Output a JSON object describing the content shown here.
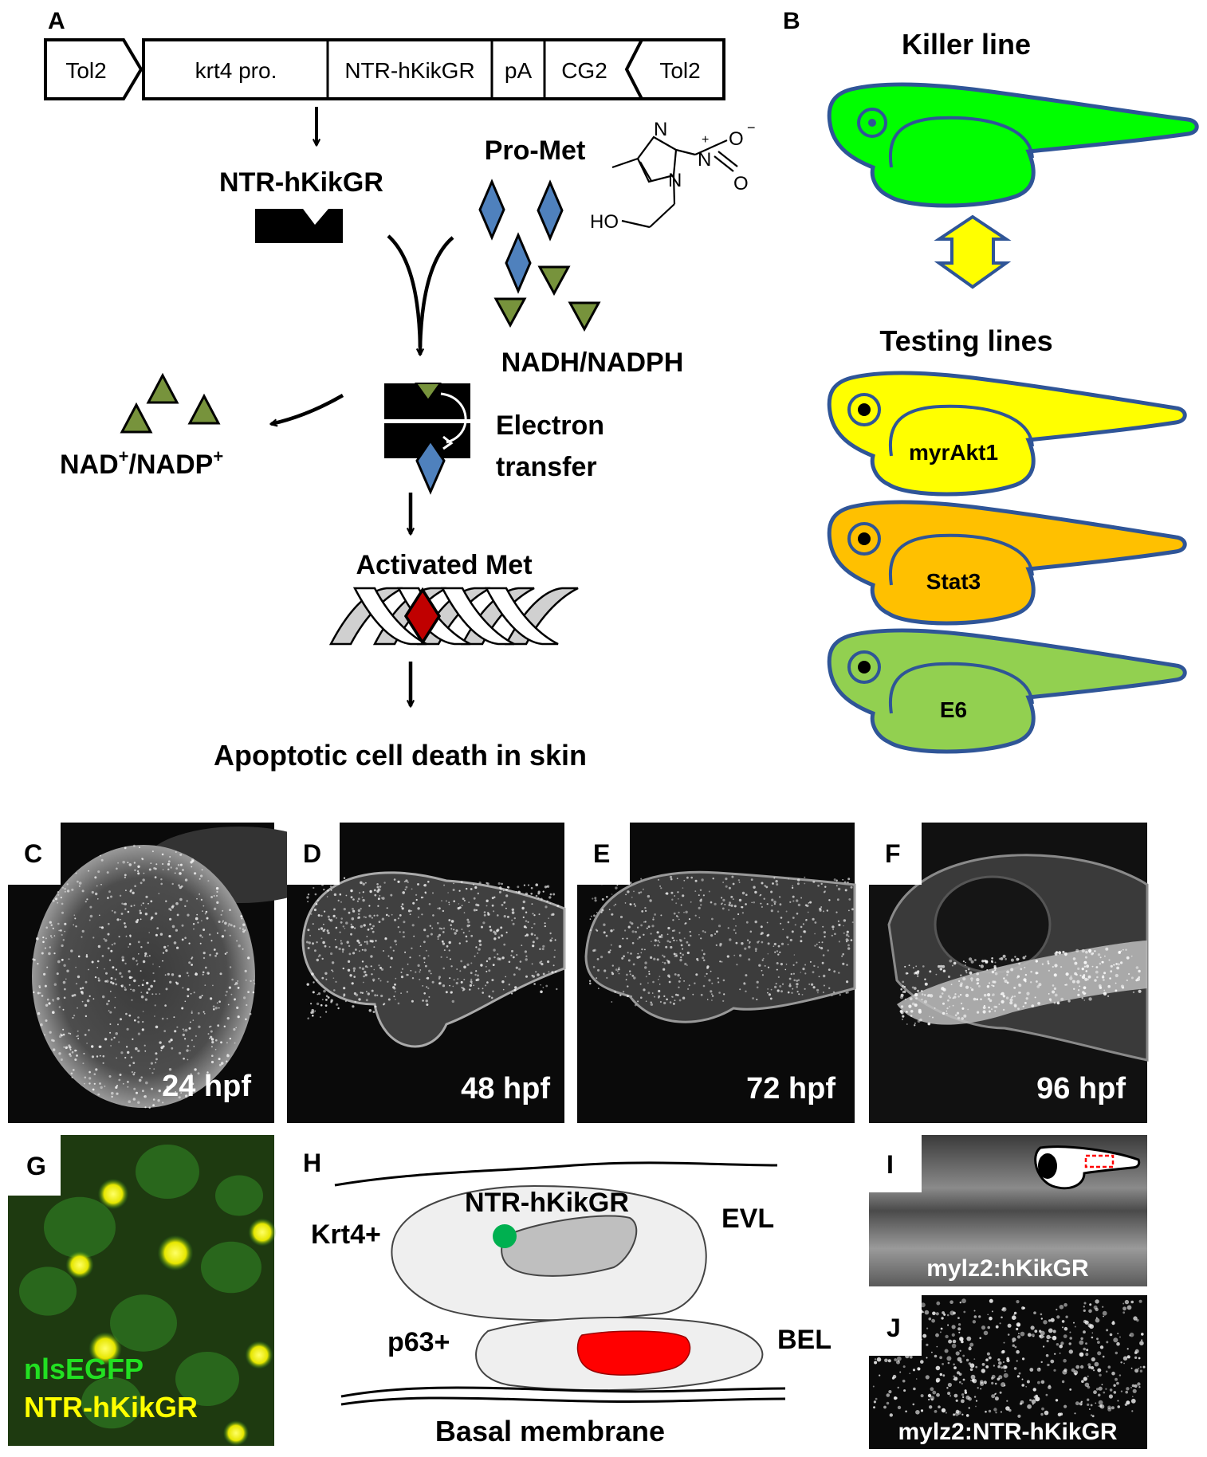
{
  "panel_letters": {
    "a": "A",
    "b": "B",
    "c": "C",
    "d": "D",
    "e": "E",
    "f": "F",
    "g": "G",
    "h": "H",
    "i": "I",
    "j": "J"
  },
  "panel_a": {
    "construct": {
      "tol2_left": "Tol2",
      "promoter": "krt4 pro.",
      "gene": "NTR-hKikGR",
      "polya": "pA",
      "cg2": "CG2",
      "tol2_right": "Tol2"
    },
    "enzyme_label": "NTR-hKikGR",
    "prodrug_label": "Pro-Met",
    "cofactor_label": "NADH/NADPH",
    "oxidized_cofactor": {
      "base": "NAD",
      "sup": "+",
      "sep": "/NADP",
      "sup2": "+"
    },
    "electron_transfer": [
      "Electron",
      "transfer"
    ],
    "activated_label": "Activated Met",
    "outcome_label": "Apoptotic cell death in skin",
    "molecule": {
      "n_top": "N",
      "n_ring": "N",
      "n_nitro": "N",
      "plus": "+",
      "o_minus": "O",
      "minus": "−",
      "o_bottom": "O",
      "ho": "HO"
    }
  },
  "panel_b": {
    "killer_title": "Killer line",
    "testing_title": "Testing lines",
    "lines": [
      {
        "label": "myrAkt1",
        "color": "#ffff00"
      },
      {
        "label": "Stat3",
        "color": "#ffc000"
      },
      {
        "label": "E6",
        "color": "#92d050"
      }
    ],
    "killer_color": "#00ff00",
    "outline_color": "#2f5597",
    "arrow_color": "#ffff00"
  },
  "micrographs": [
    {
      "letter": "C",
      "time": "24 hpf"
    },
    {
      "letter": "D",
      "time": "48 hpf"
    },
    {
      "letter": "E",
      "time": "72 hpf"
    },
    {
      "letter": "F",
      "time": "96 hpf"
    }
  ],
  "panel_g": {
    "line1": "nlsEGFP",
    "line2": "NTR-hKikGR",
    "line1_color": "#22e022",
    "line2_color": "#ffff00"
  },
  "panel_h": {
    "fusion_label": "NTR-hKikGR",
    "krt4_label": "Krt4+",
    "evl_label": "EVL",
    "p63_label": "p63+",
    "bel_label": "BEL",
    "membrane_label": "Basal membrane"
  },
  "panel_i": {
    "label": "mylz2:hKikGR"
  },
  "panel_j": {
    "label": "mylz2:NTR-hKikGR"
  }
}
